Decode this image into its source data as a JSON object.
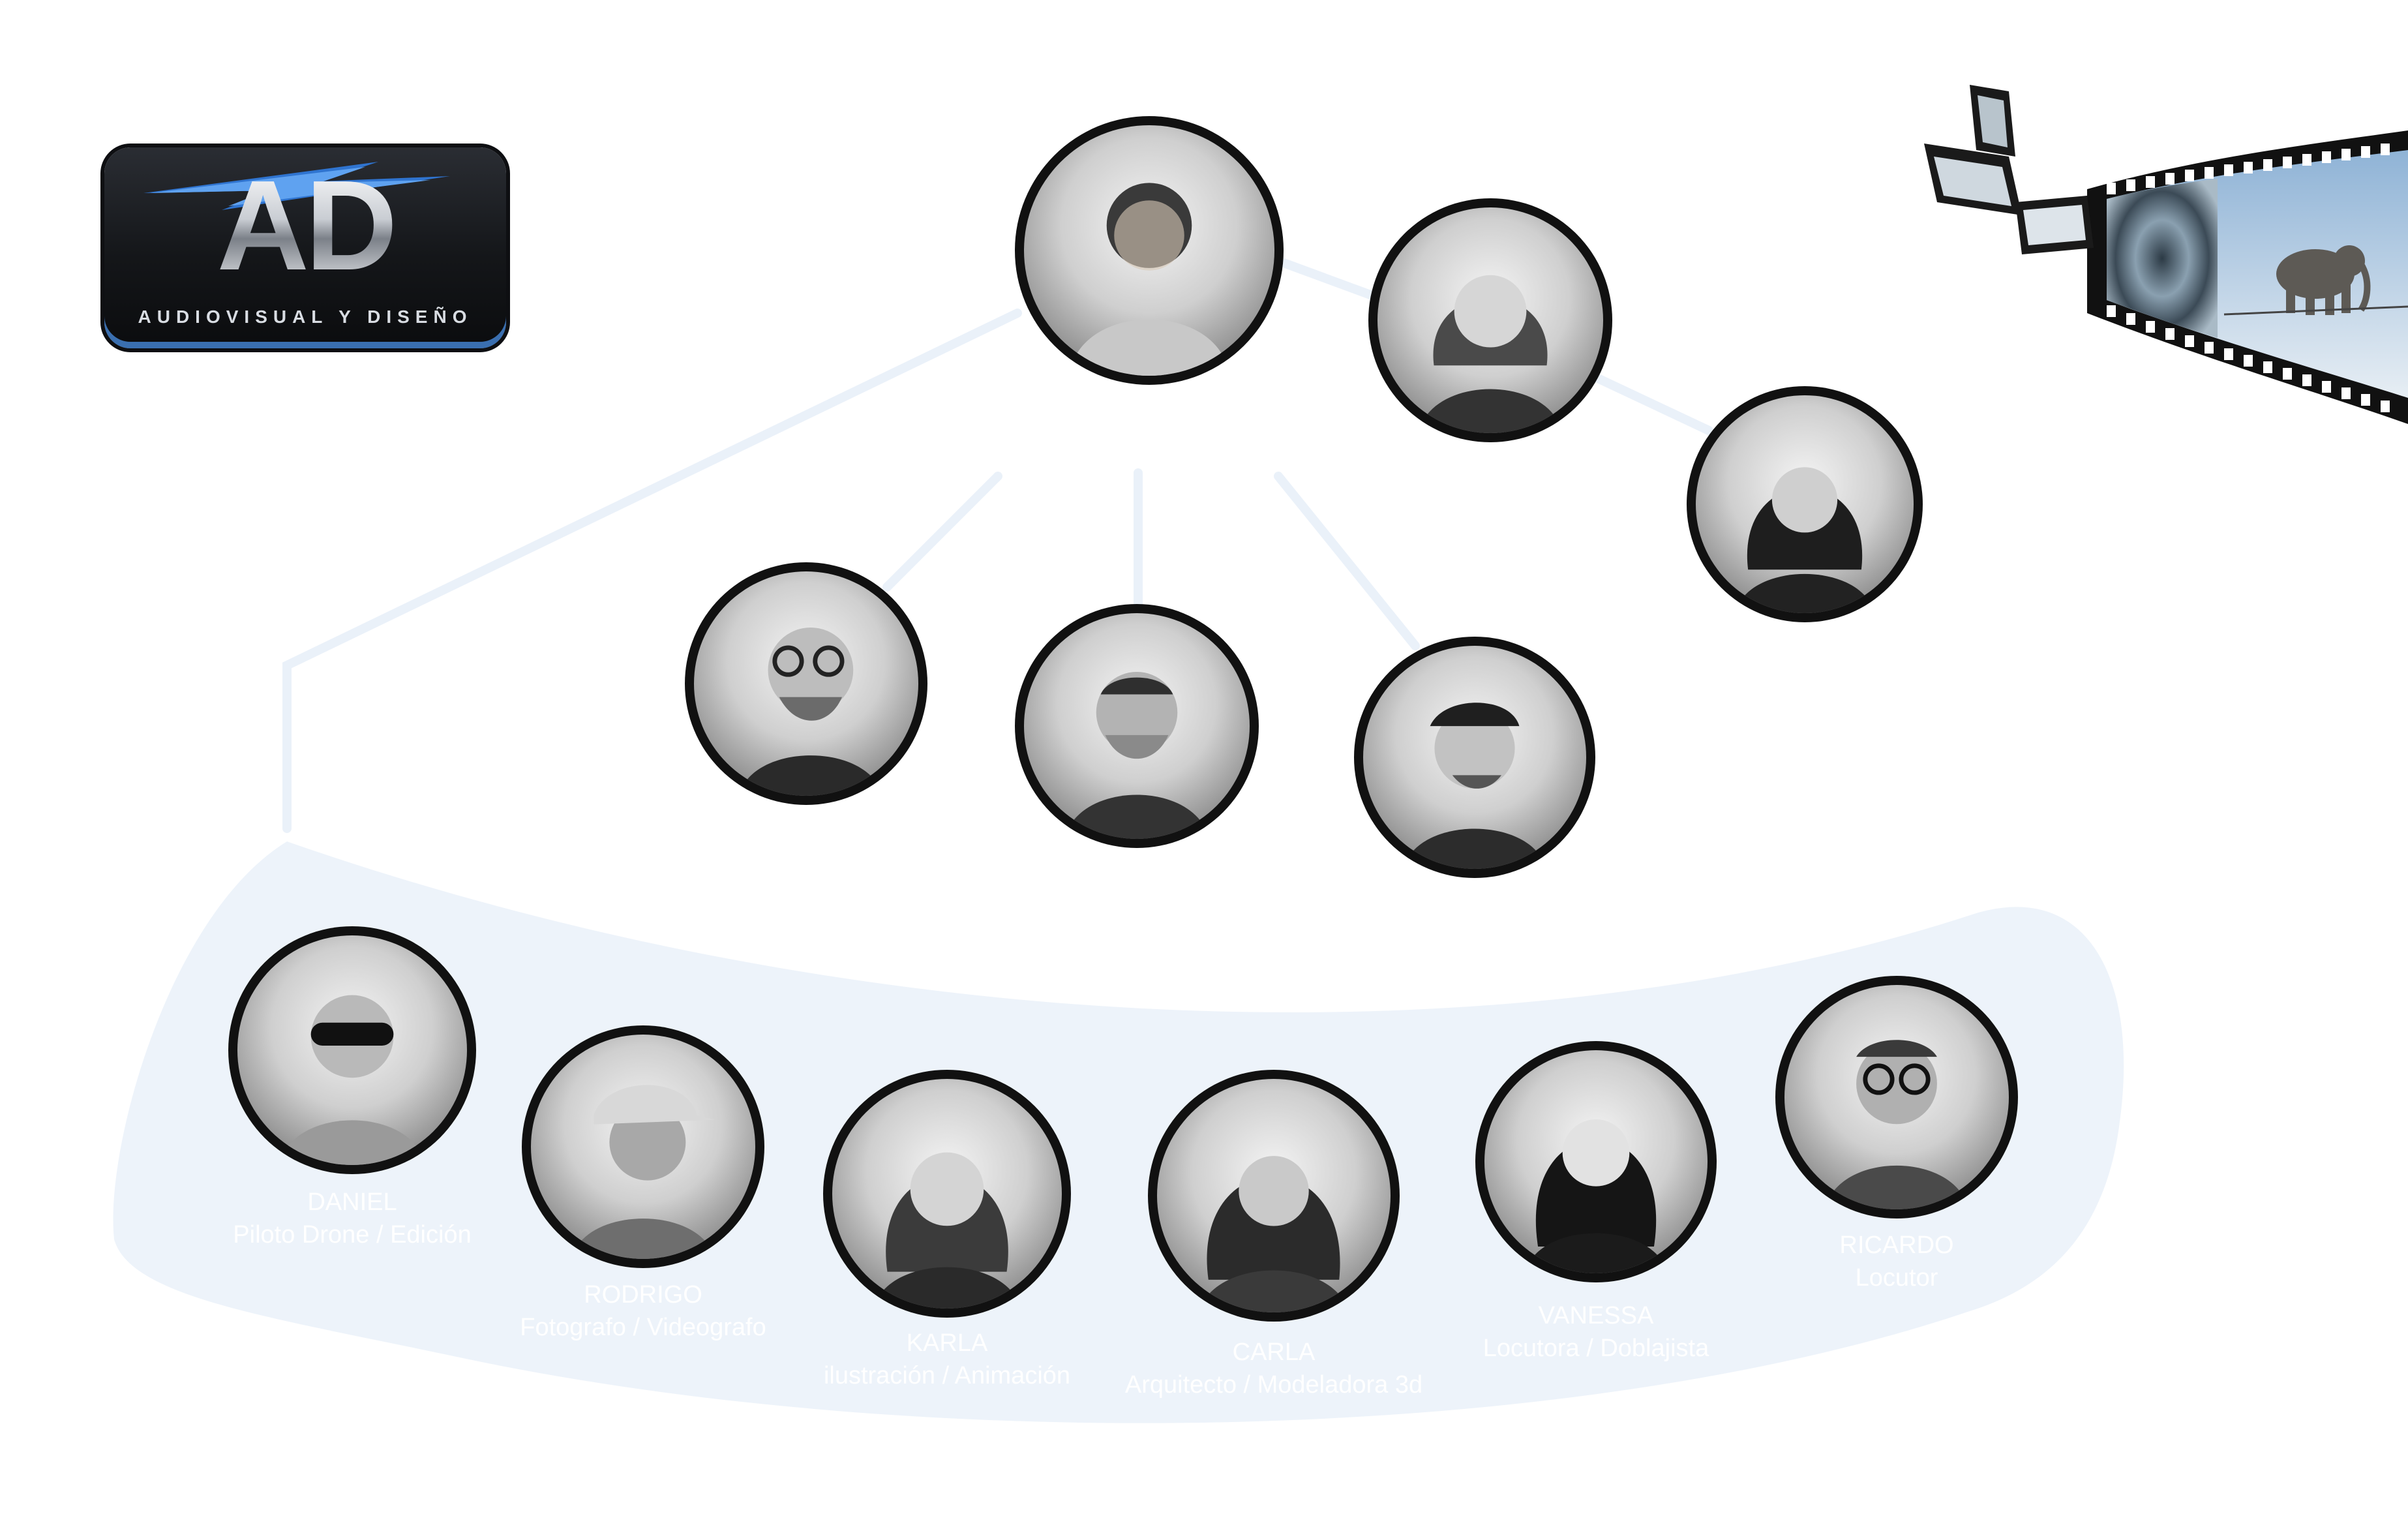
{
  "logo": {
    "mark": "AD",
    "subtitle": "AUDIOVISUAL Y DISEÑO"
  },
  "colors": {
    "connector": "#eaf1f9",
    "panel": "#edf3fa",
    "caption": "#ffffff",
    "ring": "#111111",
    "logo_accent": "#3a6fb0"
  },
  "team": [
    {
      "name": "DANIEL",
      "role": "Piloto Drone / Edición"
    },
    {
      "name": "RODRIGO",
      "role": "Fotografo / Videografo"
    },
    {
      "name": "KARLA",
      "role": "ilustración / Animación"
    },
    {
      "name": "CARLA",
      "role": "Arquitecto / Modeladora 3d"
    },
    {
      "name": "VANESSA",
      "role": "Locutora / Doblajista"
    },
    {
      "name": "RICARDO",
      "role": "Locutor"
    }
  ]
}
